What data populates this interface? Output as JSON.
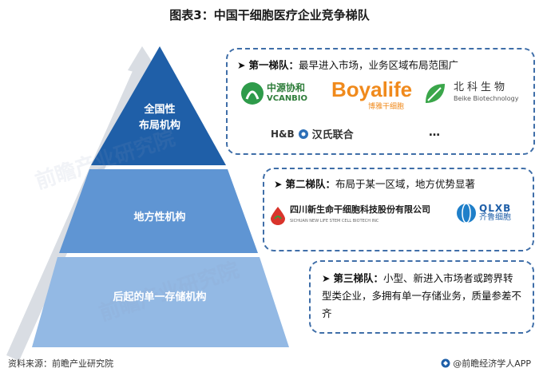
{
  "title": "图表3：中国干细胞医疗企业竞争梯队",
  "pyramid": {
    "tier1": [
      "全国性",
      "布局机构"
    ],
    "tier2": "地方性机构",
    "tier3": "后起的单一存储机构"
  },
  "tier1_box": {
    "prefix": "第一梯队：",
    "text": "最早进入市场，业务区域布局范围广",
    "logos": {
      "zhongyuan_cn": "中源协和",
      "zhongyuan_en": "VCANBIO",
      "boyalife": "Boyalife",
      "boyalife_sub": "博雅干细胞",
      "beike_cn": "北科生物",
      "beike_en": "Beike Biotechnology",
      "hb": "H&B",
      "hanshi": "汉氏联合",
      "ellipsis": "…"
    }
  },
  "tier2_box": {
    "prefix": "第二梯队：",
    "text": "布局于某一区域，地方优势显著",
    "logos": {
      "sichuan_cn": "四川新生命干细胞科技股份有限公司",
      "sichuan_en": "SICHUAN NEW LIFE STEM CELL BIOTECH INC",
      "qlxb": "QLXB",
      "qlxb_sub": "齐鲁细胞"
    }
  },
  "tier3_box": {
    "prefix": "第三梯队：",
    "text": "小型、新进入市场者或跨界转型类企业，多拥有单一存储业务，质量参差不齐"
  },
  "footer": {
    "source": "资料来源：前瞻产业研究院",
    "brand": "@前瞻经济学人APP"
  },
  "colors": {
    "tier1": "#1f5fa8",
    "tier2": "#5f95d3",
    "tier3": "#93b9e4",
    "border": "#3f6ea8"
  }
}
